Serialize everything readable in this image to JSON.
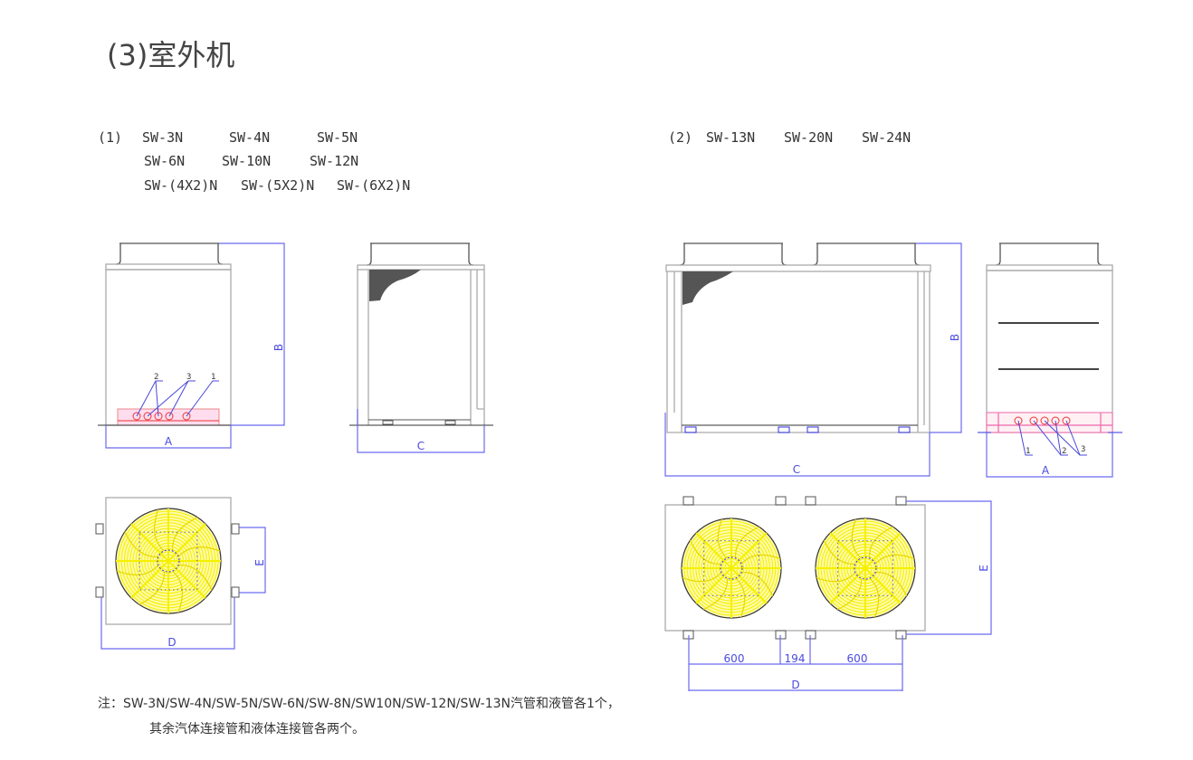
{
  "title": "(3)室外机",
  "group1": {
    "label": "(1)",
    "row1": [
      "SW-3N",
      "SW-4N",
      "SW-5N"
    ],
    "row2": [
      "SW-6N",
      "SW-10N",
      "SW-12N"
    ],
    "row3": [
      "SW-(4X2)N",
      "SW-(5X2)N",
      "SW-(6X2)N"
    ]
  },
  "group2": {
    "label": "(2)",
    "models": [
      "SW-13N",
      "SW-20N",
      "SW-24N"
    ]
  },
  "dims": {
    "A": "A",
    "B": "B",
    "C": "C",
    "D": "D",
    "E": "E"
  },
  "leaders": {
    "one": "1",
    "two": "2",
    "three": "3"
  },
  "fan_spacing": [
    "600",
    "194",
    "600"
  ],
  "note": {
    "line1": "注：SW-3N/SW-4N/SW-5N/SW-6N/SW-8N/SW10N/SW-12N/SW-13N汽管和液管各1个，",
    "line2": "其余汽体连接管和液体连接管各两个。"
  },
  "colors": {
    "fan": "#f5f000",
    "dimension": "#5a5af0",
    "pipe_panel": "#e33333"
  }
}
